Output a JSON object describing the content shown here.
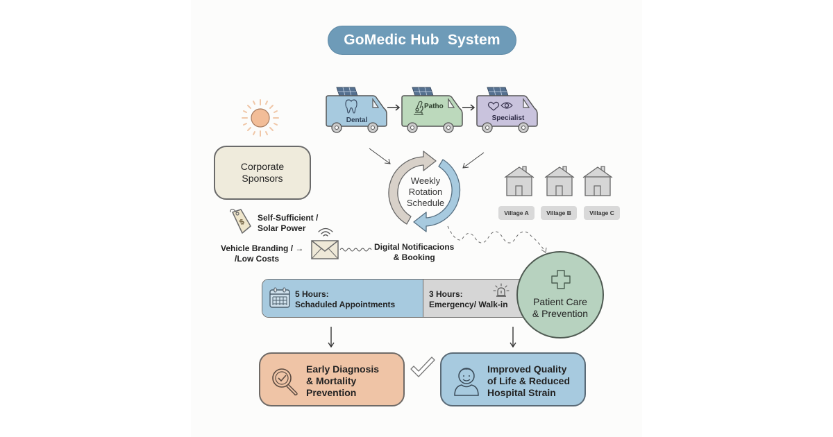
{
  "title": "GoMedic Hub  System",
  "vans": [
    {
      "label": "Dental",
      "icon": "tooth-icon",
      "color": "#a7cadf"
    },
    {
      "label": "Patho",
      "icon": "microscope-icon",
      "color": "#bcd9bc"
    },
    {
      "label": "Specialist",
      "icon": "heart-eye-icon",
      "color": "#c9c3dd"
    }
  ],
  "sponsors": {
    "line1": "Corporate",
    "line2": "Sponsors"
  },
  "solar": {
    "line1": "Self-Sufficient /",
    "line2": "Solar Power"
  },
  "branding": {
    "line1": "Vehicle Branding / →",
    "line2": "/Low Costs"
  },
  "rotation": {
    "line1": "Weekly",
    "line2": "Rotation",
    "line3": "Schedule"
  },
  "notifications": {
    "line1": "Digital Notificacions",
    "line2": "& Booking"
  },
  "villages": [
    "Village A",
    "Village B",
    "Village C"
  ],
  "hours": {
    "scheduled": {
      "line1": "5 Hours:",
      "line2": "Schaduled Appointments"
    },
    "emergency": {
      "line1": "3 Hours:",
      "line2": "Emergency/ Walk-in"
    }
  },
  "patient_care": {
    "line1": "Patient Care",
    "line2": "& Prevention"
  },
  "outcomes": {
    "early": {
      "line1": "Early Diagnosis",
      "line2": "& Mortality",
      "line3": "Prevention"
    },
    "quality": {
      "line1": "Improved Quality",
      "line2": "of Life & Reduced",
      "line3": "Hospital Strain"
    }
  },
  "colors": {
    "title_bg": "#6e9bb8",
    "blue": "#a7cadf",
    "green": "#b7d2bf",
    "peach": "#efc4a6",
    "beige": "#efebdc",
    "gray": "#d6d6d6"
  }
}
